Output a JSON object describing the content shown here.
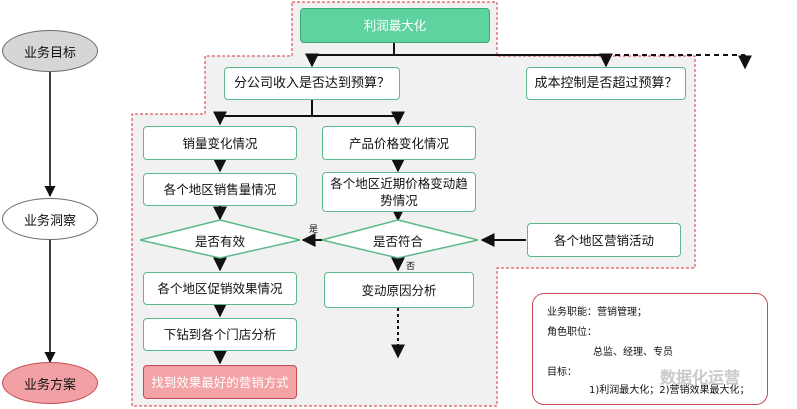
{
  "lanes": {
    "goal": "业务目标",
    "insight": "业务洞察",
    "plan": "业务方案"
  },
  "nodes": {
    "top": "利润最大化",
    "branch_budget": "分公司收入是否达到预算？",
    "branch_cost": "成本控制是否超过预算？",
    "sales_change": "销量变化情况",
    "price_change": "产品价格变化情况",
    "region_sales": "各个地区销售量情况",
    "region_price": "各个地区近期价格变动趋势情况",
    "is_valid": "是否有效",
    "is_match": "是否符合",
    "region_marketing": "各个地区营销活动",
    "promo_effect": "各个地区促销效果情况",
    "change_reason": "变动原因分析",
    "drill_store": "下钻到各个门店分析",
    "best_marketing": "找到效果最好的营销方式"
  },
  "edge_labels": {
    "yes": "是",
    "no": "否"
  },
  "info": {
    "duty": "业务职能：营销管理；",
    "role": "角色职位：",
    "role_list": "总监、经理、专员",
    "target": "目标：",
    "target_list": "1)利润最大化；2)营销效果最大化；"
  },
  "watermark": "数据化运营"
}
